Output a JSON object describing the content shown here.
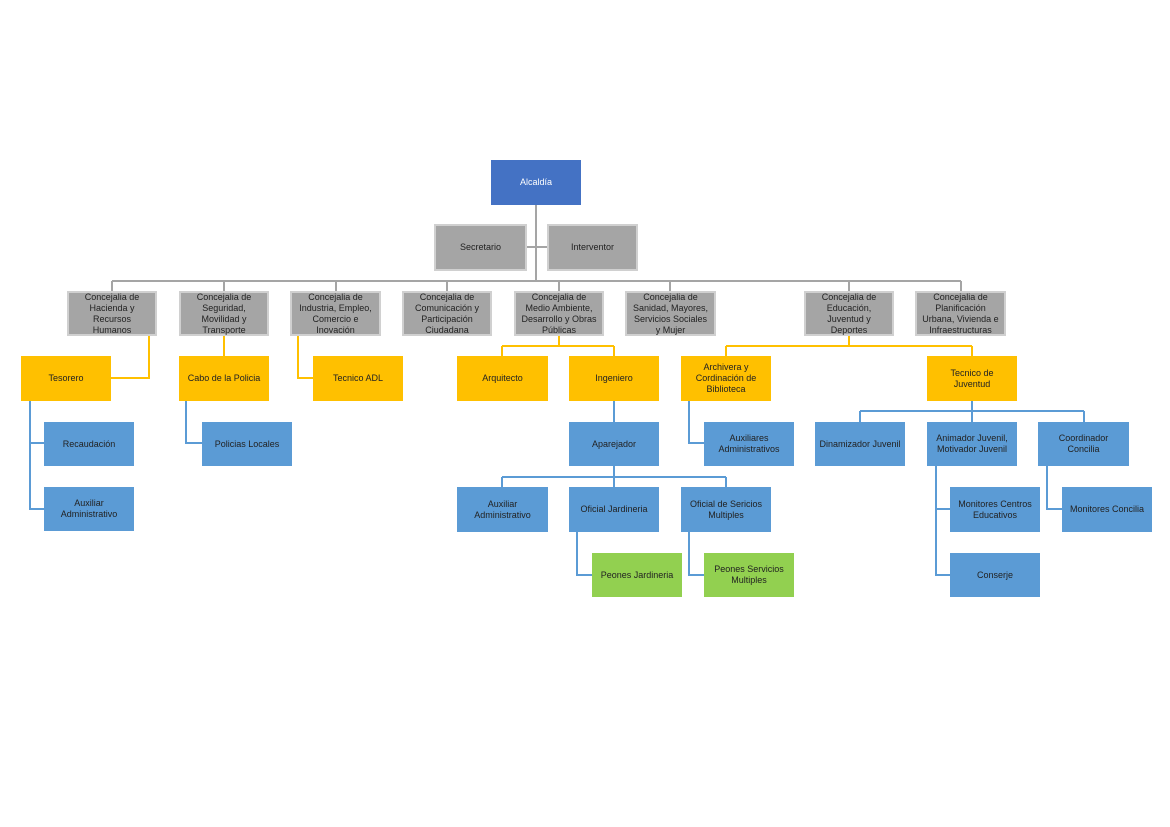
{
  "colors": {
    "top": "#4472c4",
    "concejalia": "#a5a5a5",
    "cargo": "#ffc000",
    "personal": "#5b9bd5",
    "peones": "#92d050",
    "line_gray": "#a5a5a5",
    "line_gold": "#ffc000",
    "line_blue": "#5b9bd5"
  },
  "nodes": {
    "alcaldia": "Alcaldía",
    "secretario": "Secretario",
    "interventor": "Interventor",
    "c_hacienda": "Concejalia de Hacienda y Recursos Humanos",
    "c_seguridad": "Concejalia de Seguridad, Movilidad y Transporte",
    "c_industria": "Concejalia de Industria, Empleo, Comercio e Inovación",
    "c_comunicacion": "Concejalia de Comunicación y Participación Ciudadana",
    "c_medio": "Concejalia de Medio Ambiente, Desarrollo y Obras Públicas",
    "c_sanidad": "Concejalia de Sanidad, Mayores, Servicios Sociales y Mujer",
    "c_educacion": "Concejalia de Educación, Juventud y Deportes",
    "c_planificacion": "Concejalia de Planificación Urbana, Vivienda e Infraestructuras",
    "tesorero": "Tesorero",
    "cabo": "Cabo de la Policia",
    "tecnico_adl": "Tecnico ADL",
    "arquitecto": "Arquitecto",
    "ingeniero": "Ingeniero",
    "archivera": "Archivera y Cordinación de Biblioteca",
    "tecnico_juventud": "Tecnico de Juventud",
    "recaudacion": "Recaudación",
    "aux_admin_1": "Auxiliar Administrativo",
    "policias": "Policias Locales",
    "aparejador": "Aparejador",
    "aux_admin_2": "Auxiliar Administrativo",
    "oficial_jardineria": "Oficial Jardineria",
    "oficial_servicios": "Oficial de Sericios Multiples",
    "peones_jardineria": "Peones Jardineria",
    "peones_servicios": "Peones Servicios Multiples",
    "aux_administrativos": "Auxiliares Administrativos",
    "dinamizador": "Dinamizador Juvenil",
    "animador": "Animador Juvenil, Motivador Juvenil",
    "coordinador": "Coordinador Concilia",
    "monitores_centros": "Monitores Centros Educativos",
    "conserje": "Conserje",
    "monitores_concilia": "Monitores Concilia"
  }
}
